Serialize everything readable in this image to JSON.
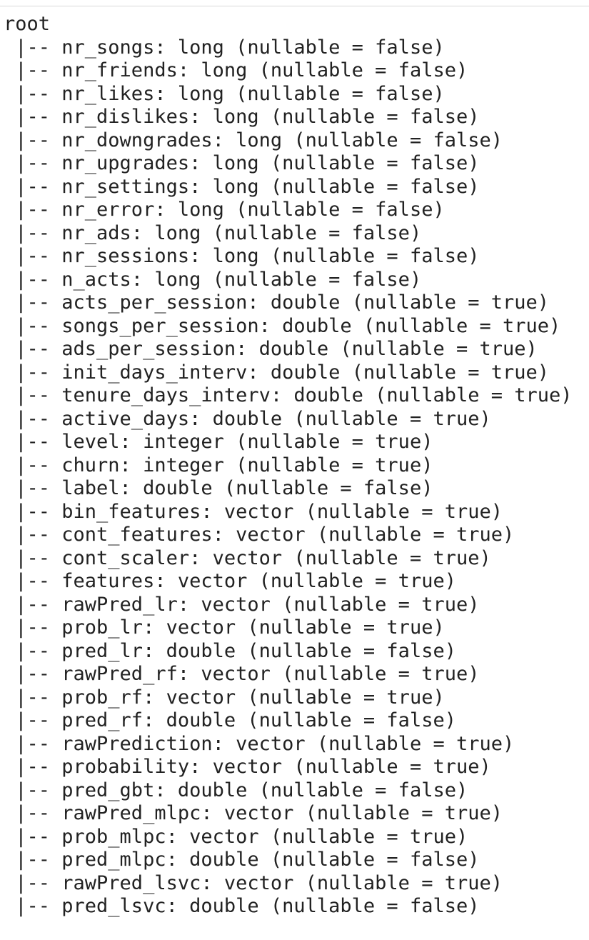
{
  "schema": {
    "root_label": "root",
    "fields": [
      " |-- nr_songs: long (nullable = false)",
      " |-- nr_friends: long (nullable = false)",
      " |-- nr_likes: long (nullable = false)",
      " |-- nr_dislikes: long (nullable = false)",
      " |-- nr_downgrades: long (nullable = false)",
      " |-- nr_upgrades: long (nullable = false)",
      " |-- nr_settings: long (nullable = false)",
      " |-- nr_error: long (nullable = false)",
      " |-- nr_ads: long (nullable = false)",
      " |-- nr_sessions: long (nullable = false)",
      " |-- n_acts: long (nullable = false)",
      " |-- acts_per_session: double (nullable = true)",
      " |-- songs_per_session: double (nullable = true)",
      " |-- ads_per_session: double (nullable = true)",
      " |-- init_days_interv: double (nullable = true)",
      " |-- tenure_days_interv: double (nullable = true)",
      " |-- active_days: double (nullable = true)",
      " |-- level: integer (nullable = true)",
      " |-- churn: integer (nullable = true)",
      " |-- label: double (nullable = false)",
      " |-- bin_features: vector (nullable = true)",
      " |-- cont_features: vector (nullable = true)",
      " |-- cont_scaler: vector (nullable = true)",
      " |-- features: vector (nullable = true)",
      " |-- rawPred_lr: vector (nullable = true)",
      " |-- prob_lr: vector (nullable = true)",
      " |-- pred_lr: double (nullable = false)",
      " |-- rawPred_rf: vector (nullable = true)",
      " |-- prob_rf: vector (nullable = true)",
      " |-- pred_rf: double (nullable = false)",
      " |-- rawPrediction: vector (nullable = true)",
      " |-- probability: vector (nullable = true)",
      " |-- pred_gbt: double (nullable = false)",
      " |-- rawPred_mlpc: vector (nullable = true)",
      " |-- prob_mlpc: vector (nullable = true)",
      " |-- pred_mlpc: double (nullable = false)",
      " |-- rawPred_lsvc: vector (nullable = true)",
      " |-- pred_lsvc: double (nullable = false)"
    ]
  }
}
